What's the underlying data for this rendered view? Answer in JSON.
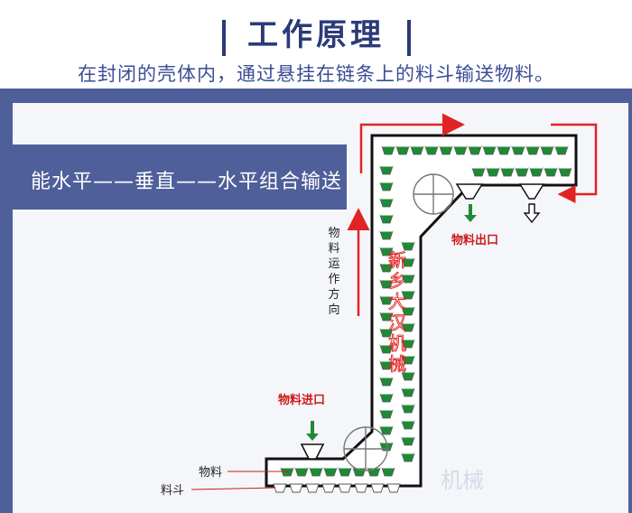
{
  "header": {
    "title": "工作原理",
    "subtitle": "在封闭的壳体内，通过悬挂在链条上的料斗输送物料。"
  },
  "banner": {
    "label": "能水平——垂直——水平组合输送"
  },
  "diagram": {
    "direction_label": [
      "物",
      "料",
      "运",
      "作",
      "方",
      "向"
    ],
    "outlet_label": "物料出口",
    "inlet_label": "物料进口",
    "material_label": "物料",
    "bucket_label": "料斗",
    "watermark": [
      "新",
      "乡",
      "大",
      "汉",
      "机",
      "械"
    ],
    "watermark_tail": "机械",
    "colors": {
      "accent": "#2b3a78",
      "arrow_red": "#e02424",
      "bucket_green": "#1f8a36",
      "frame_blue": "#4f5f9a"
    }
  }
}
